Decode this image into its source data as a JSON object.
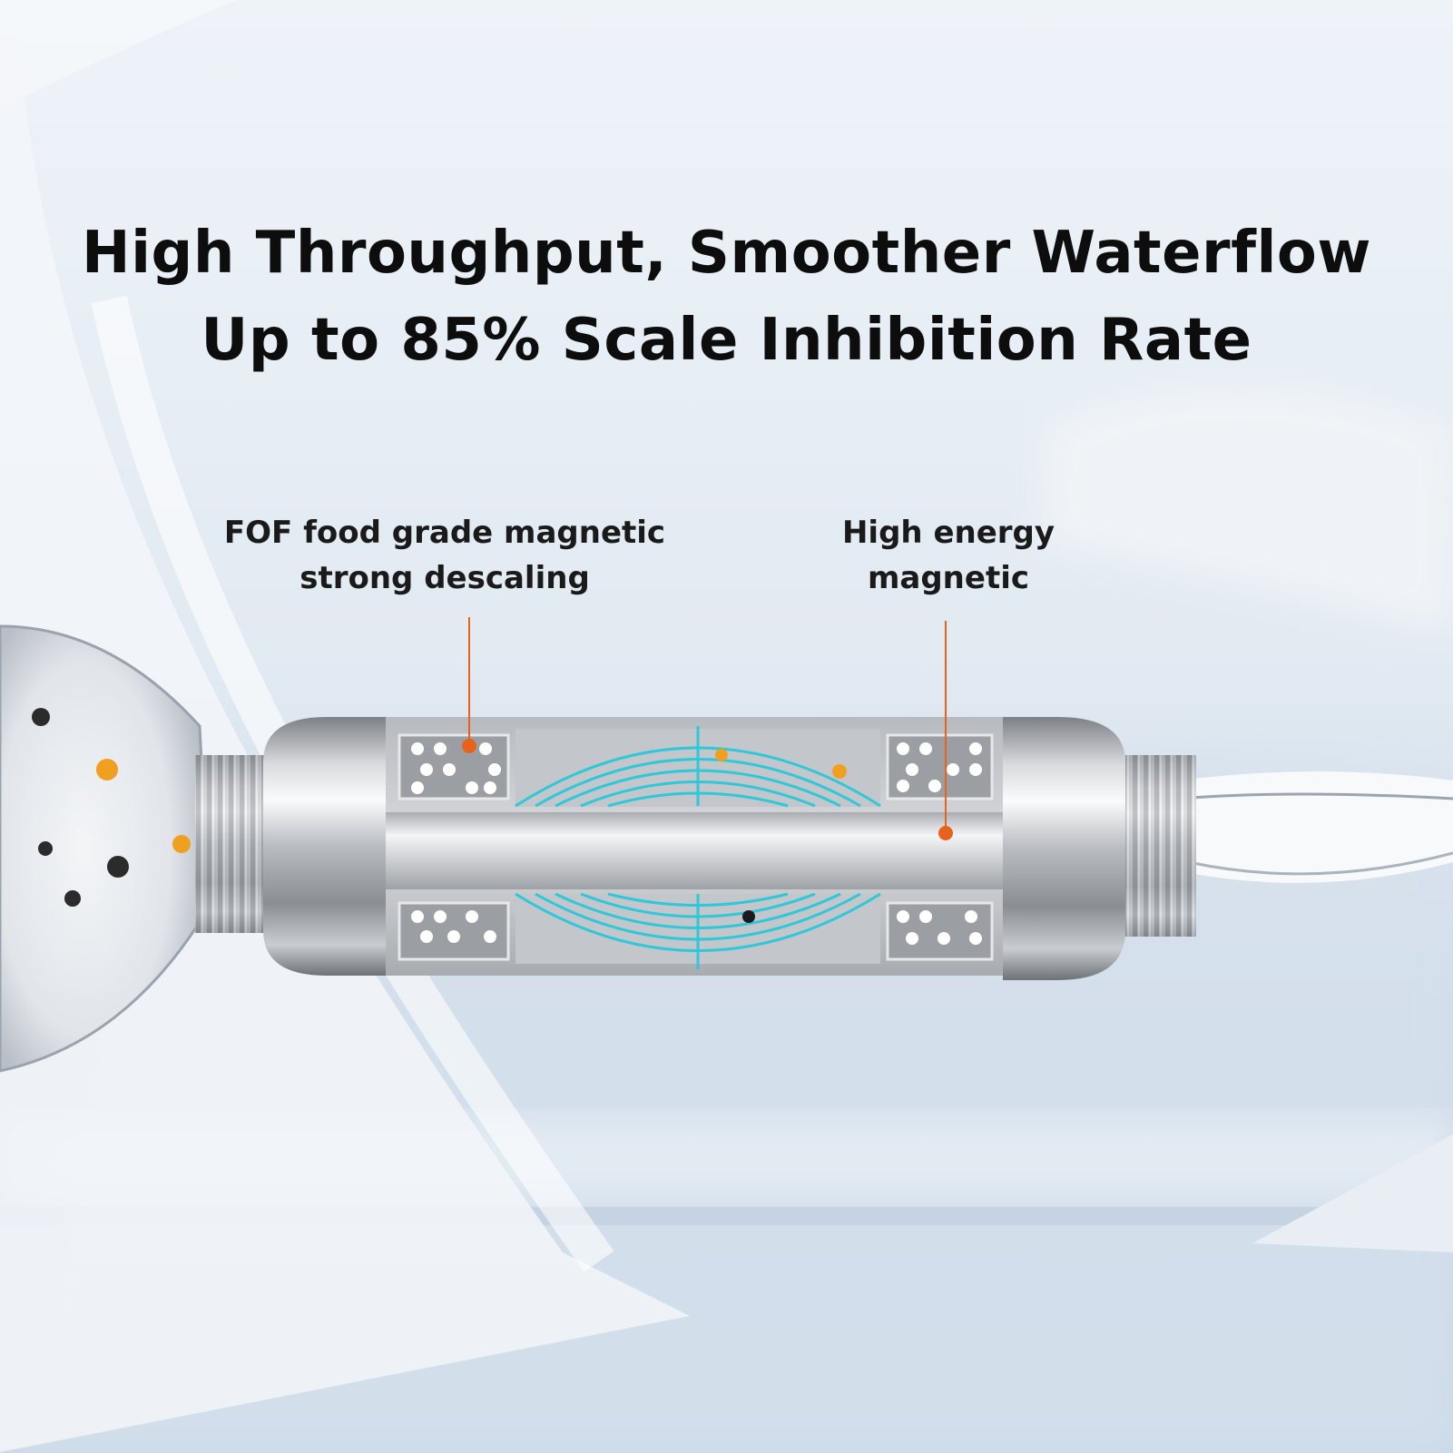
{
  "headline": {
    "line1": "High Throughput, Smoother Waterflow",
    "line2": "Up to 85% Scale Inhibition Rate"
  },
  "callouts": {
    "fof": {
      "line1": "FOF food grade magnetic",
      "line2": "strong descaling"
    },
    "energy": {
      "line1": "High energy",
      "line2": "magnetic"
    }
  },
  "colors": {
    "leader_line": "#e8621c",
    "field_lines": "#2ec8d8",
    "scale_particles": "#f0a020"
  }
}
